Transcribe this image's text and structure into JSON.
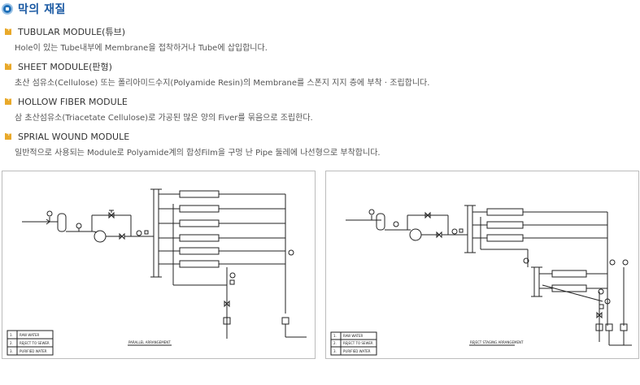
{
  "section_title": "막의 재질",
  "modules": [
    {
      "name": "TUBULAR MODULE(튜브)",
      "desc": "Hole이 있는 Tube내부에 Membrane을 접착하거나 Tube에 삽입합니다."
    },
    {
      "name": "SHEET MODULE(판형)",
      "desc": "초산 섬유소(Cellulose) 또는 폴리아미드수지(Polyamide Resin)의 Membrane를 스폰지 지지 층에 부착 · 조립합니다."
    },
    {
      "name": "HOLLOW FIBER MODULE",
      "desc": "삼 초산섬유소(Triacetate Cellulose)로 가공된 많은 양의 Fiver를 묶음으로 조립한다."
    },
    {
      "name": "SPRIAL WOUND MODULE",
      "desc": "일반적으로 사용되는 Module로 Polyamide계의 합성Film을 구멍 난 Pipe 둘레에 나선형으로 부착합니다."
    }
  ],
  "diagrams": {
    "left": {
      "caption": "PARALLEL ARRANGEMENT",
      "legend": [
        {
          "num": "1.",
          "text": "RAW WATER"
        },
        {
          "num": "2.",
          "text": "REJECT TO SEWER"
        },
        {
          "num": "3.",
          "text": "PURIFIED WATER"
        }
      ]
    },
    "right": {
      "caption": "REJECT STAGING ARRANGEMENT",
      "legend": [
        {
          "num": "1.",
          "text": "RAW WATER"
        },
        {
          "num": "2.",
          "text": "REJECT TO SEWER"
        },
        {
          "num": "3.",
          "text": "PURIFIED WATER"
        }
      ]
    }
  },
  "colors": {
    "title": "#1b5aa3",
    "bullet": "#e9a92a",
    "icon": "#1e6fb8"
  }
}
